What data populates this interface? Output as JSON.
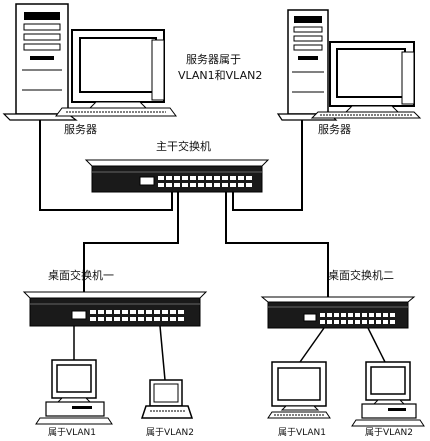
{
  "labels": {
    "server_left": "服务器",
    "server_right": "服务器",
    "server_note_line1": "服务器属于",
    "server_note_line2": "VLAN1和VLAN2",
    "core_switch": "主干交换机",
    "desk_switch_1": "桌面交换机一",
    "desk_switch_2": "桌面交换机二",
    "client_1": "属于VLAN1",
    "client_2": "属于VLAN2",
    "client_3": "属于VLAN1",
    "client_4": "属于VLAN2"
  },
  "colors": {
    "line": "#000000",
    "device_fill": "#ffffff",
    "switch_fill": "#1a1a1a",
    "screen_fill": "#ffffff"
  }
}
